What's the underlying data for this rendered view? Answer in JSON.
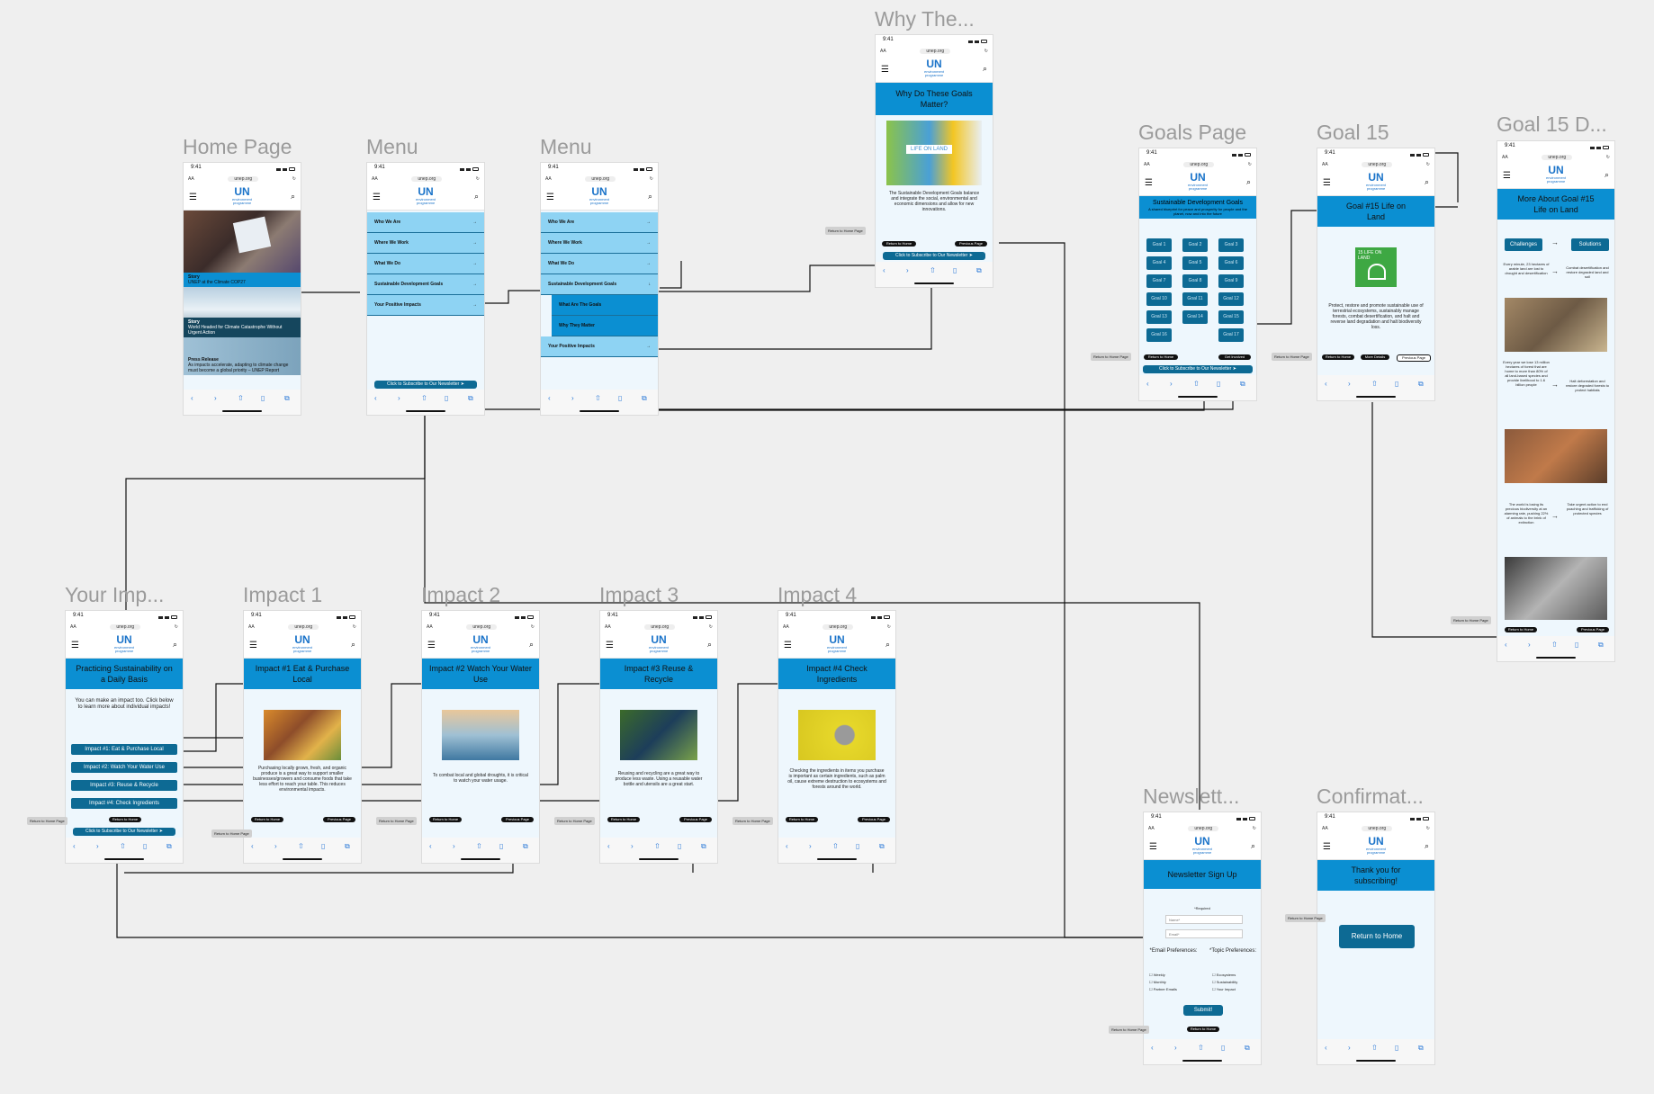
{
  "labels": {
    "home": "Home Page",
    "menu1": "Menu",
    "menu2": "Menu",
    "why": "Why The...",
    "goals": "Goals Page",
    "goal15": "Goal 15",
    "goal15d": "Goal 15 D...",
    "your_impact": "Your Imp...",
    "impact1": "Impact 1",
    "impact2": "Impact 2",
    "impact3": "Impact 3",
    "impact4": "Impact 4",
    "newsletter": "Newslett...",
    "confirm": "Confirmat..."
  },
  "phone": {
    "time": "9:41",
    "aa": "AA",
    "url": "unep.org",
    "logo_un": "UN",
    "logo_sub1": "environment",
    "logo_sub2": "programme",
    "subscribe": "Click to Subscribe to Our Newsletter",
    "return_home": "Return to Home",
    "previous_page": "Previous Page",
    "return_home_page": "Return to Home Page"
  },
  "home": {
    "story1_tag": "Story",
    "story1_title": "UNEP at the Climate COP27",
    "story2_tag": "Story",
    "story2_title": "World Headed for Climate Catastrophe Without Urgent Action",
    "press_tag": "Press Release",
    "press_title": "As impacts accelerate, adapting to climate change must become a global priority – UNEP Report"
  },
  "menu": {
    "items": [
      "Who We Are",
      "Where We Work",
      "What We Do",
      "Sustainable Development Goals",
      "Your Positive Impacts"
    ],
    "sub_items": [
      "What Are The Goals",
      "Why They Matter"
    ]
  },
  "why": {
    "title": "Why Do These Goals Matter?",
    "image_text": "LIFE ON LAND",
    "body": "The Sustainable Development Goals balance and integrate the social, environmental and economic dimensions and allow for new innovations."
  },
  "goals": {
    "title": "Sustainable Development Goals",
    "subtitle": "A shared blueprint for peace and prosperity for people and the planet, now and into the future",
    "items": [
      "Goal 1",
      "Goal 2",
      "Goal 3",
      "Goal 4",
      "Goal 5",
      "Goal 6",
      "Goal 7",
      "Goal 8",
      "Goal 9",
      "Goal 10",
      "Goal 11",
      "Goal 12",
      "Goal 13",
      "Goal 14",
      "Goal 15",
      "Goal 16",
      "Goal 17"
    ],
    "get_involved": "Get Involved"
  },
  "goal15": {
    "title": "Goal #15 Life on Land",
    "icon_text": "15 LIFE ON LAND",
    "body": "Protect, restore and promote sustainable use of terrestrial ecosystems, sustainably manage forests, combat desertification, and halt and reverse land degradation and halt biodiversity loss.",
    "more_details": "More Details"
  },
  "goal15d": {
    "title": "More About Goal #15 Life on Land",
    "challenges": "Challenges",
    "solutions": "Solutions",
    "c1": "Every minute, 23 hectares of arable land are lost to drought and desertification",
    "s1": "Combat desertification and restore degraded land and soil",
    "c2": "Every year we lose 13 million hectares of forest that are home to more than 80% of all land-based species and provide livelihood to 1.6 billion people",
    "s2": "Halt deforestation and restore degraded forests to protect habitats",
    "c3": "The world is losing its precious biodiversity at an alarming rate, pushing 22% of animals to the brink of extinction",
    "s3": "Take urgent action to end poaching and trafficking of protected species"
  },
  "your_impact": {
    "title": "Practicing Sustainability on a Daily Basis",
    "intro": "You can make an impact too. Click below to learn more about individual impacts!",
    "buttons": [
      "Impact #1: Eat & Purchase Local",
      "Impact #2: Watch Your Water Use",
      "Impact #3: Reuse & Recycle",
      "Impact #4: Check Ingredients"
    ]
  },
  "impacts": [
    {
      "title": "Impact #1 Eat & Purchase Local",
      "body": "Purchasing locally grown, fresh, and organic produce is a great way to support smaller businesses/growers and consume foods that take less effort to reach your table. This reduces environmental impacts."
    },
    {
      "title": "Impact #2 Watch Your Water Use",
      "body": "To combat local and global droughts, it is critical to watch your water usage."
    },
    {
      "title": "Impact #3 Reuse & Recycle",
      "body": "Reusing and recycling are a great way to produce less waste. Using a reusable water bottle and utensils are a great start."
    },
    {
      "title": "Impact #4 Check Ingredients",
      "body": "Checking the ingredients in items you purchase is important as certain ingredients, such as palm oil, cause extreme destruction to ecosystems and forests around the world."
    }
  ],
  "newsletter": {
    "title": "Newsletter Sign Up",
    "required": "*Required",
    "name_ph": "Name*",
    "email_ph": "Email*",
    "email_prefs": "*Email Preferences:",
    "topic_prefs": "*Topic Preferences:",
    "email_opts": [
      "Weekly",
      "Monthly",
      "Partner Emails"
    ],
    "topic_opts": [
      "Ecosystems",
      "Sustainability",
      "Your Impact"
    ],
    "submit": "Submit!"
  },
  "confirm": {
    "title": "Thank you for subscribing!",
    "button": "Return to Home"
  },
  "colors": {
    "banner": "#0b8fd2",
    "dark_button": "#0d6a94",
    "menu_row": "#8ed3f3",
    "label": "#9b9b9b",
    "background": "#efefef"
  }
}
